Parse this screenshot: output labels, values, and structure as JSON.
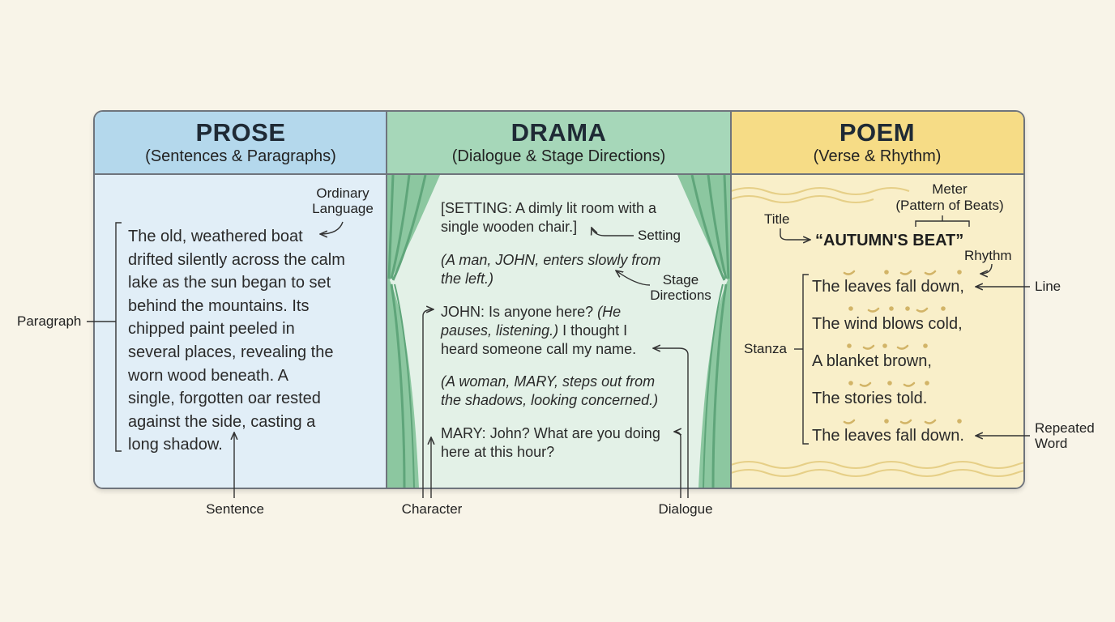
{
  "prose": {
    "title": "PROSE",
    "subtitle": "(Sentences & Paragraphs)",
    "lines": [
      "The old, weathered boat",
      "drifted silently across the calm",
      "lake as the sun began to set",
      "behind the mountains. Its",
      "chipped paint peeled in",
      "several places, revealing the",
      "worn wood beneath. A",
      "single, forgotten oar rested",
      "against the side, casting a",
      "long shadow."
    ],
    "labels": {
      "ordinary_line1": "Ordinary",
      "ordinary_line2": "Language",
      "paragraph": "Paragraph",
      "sentence": "Sentence"
    }
  },
  "drama": {
    "title": "DRAMA",
    "subtitle": "(Dialogue & Stage Directions)",
    "setting": [
      "[SETTING: A dimly lit room with a",
      "single wooden chair.]"
    ],
    "direction1": [
      "(A man, JOHN, enters slowly from",
      "the left.)"
    ],
    "john": {
      "l1a": "JOHN: Is anyone here? ",
      "l1b": "(He",
      "l2a": "pauses, listening.)",
      "l2b": " I thought I",
      "l3": "heard someone call my name."
    },
    "direction2": [
      "(A woman, MARY, steps out from",
      "the shadows, looking concerned.)"
    ],
    "mary": [
      "MARY: John? What are you doing",
      "here at this hour?"
    ],
    "labels": {
      "setting": "Setting",
      "stage_line1": "Stage",
      "stage_line2": "Directions",
      "character": "Character",
      "dialogue": "Dialogue"
    }
  },
  "poem": {
    "title": "POEM",
    "subtitle": "(Verse & Rhythm)",
    "poem_title": "“AUTUMN'S BEAT”",
    "lines": [
      "The leaves fall down,",
      "The wind blows cold,",
      "A blanket brown,",
      "The stories told.",
      "The leaves fall down."
    ],
    "labels": {
      "meter_line1": "Meter",
      "meter_line2": "(Pattern of Beats)",
      "title": "Title",
      "rhythm": "Rhythm",
      "line": "Line",
      "stanza": "Stanza",
      "repeated_line1": "Repeated",
      "repeated_line2": "Word"
    }
  },
  "colors": {
    "prose_header": "#b4d8ec",
    "prose_body": "#e1eef7",
    "drama_header": "#a6d7b9",
    "drama_body": "#e3f1e7",
    "poem_header": "#f6dc86",
    "poem_body": "#f9efc9",
    "curtain": "#7fbf95",
    "beat_marks": "#d2b467"
  }
}
